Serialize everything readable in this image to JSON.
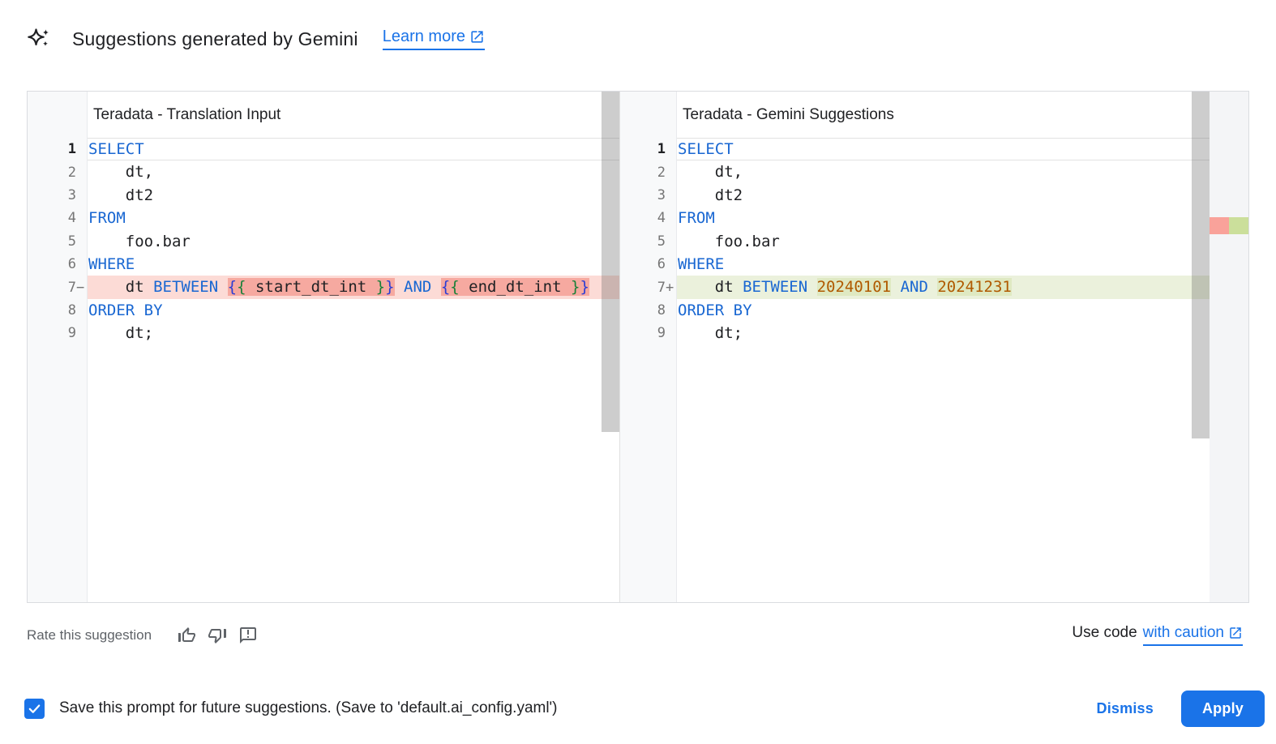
{
  "header": {
    "icon": "gemini-sparkle-icon",
    "title": "Suggestions generated by Gemini",
    "learn_more_label": "Learn more"
  },
  "diff": {
    "left": {
      "title": "Teradata - Translation Input",
      "lines": [
        {
          "num": "1",
          "cls": "current",
          "tokens": [
            {
              "t": "SELECT",
              "c": "kw"
            }
          ]
        },
        {
          "num": "2",
          "tokens": [
            {
              "t": "    dt,",
              "c": "pl"
            }
          ]
        },
        {
          "num": "3",
          "tokens": [
            {
              "t": "    dt2",
              "c": "pl"
            }
          ]
        },
        {
          "num": "4",
          "tokens": [
            {
              "t": "FROM",
              "c": "kw"
            }
          ]
        },
        {
          "num": "5",
          "tokens": [
            {
              "t": "    foo.bar",
              "c": "pl"
            }
          ]
        },
        {
          "num": "6",
          "tokens": [
            {
              "t": "WHERE",
              "c": "kw"
            }
          ]
        },
        {
          "num": "7",
          "marker": "−",
          "cls": "del",
          "tokens": [
            {
              "t": "    dt ",
              "c": "pl"
            },
            {
              "t": "BETWEEN",
              "c": "kw"
            },
            {
              "t": " ",
              "c": "pl"
            },
            {
              "t": "{",
              "c": "b1",
              "hl": true
            },
            {
              "t": "{",
              "c": "b2",
              "hl": true
            },
            {
              "t": " start_dt_int ",
              "c": "pl",
              "hl": true
            },
            {
              "t": "}",
              "c": "b2",
              "hl": true
            },
            {
              "t": "}",
              "c": "b1",
              "hl": true
            },
            {
              "t": " ",
              "c": "pl"
            },
            {
              "t": "AND",
              "c": "kw"
            },
            {
              "t": " ",
              "c": "pl"
            },
            {
              "t": "{",
              "c": "b1",
              "hl": true
            },
            {
              "t": "{",
              "c": "b2",
              "hl": true
            },
            {
              "t": " end_dt_int ",
              "c": "pl",
              "hl": true
            },
            {
              "t": "}",
              "c": "b2",
              "hl": true
            },
            {
              "t": "}",
              "c": "b1",
              "hl": true
            }
          ]
        },
        {
          "num": "8",
          "tokens": [
            {
              "t": "ORDER BY",
              "c": "kw"
            }
          ]
        },
        {
          "num": "9",
          "tokens": [
            {
              "t": "    dt;",
              "c": "pl"
            }
          ]
        }
      ]
    },
    "right": {
      "title": "Teradata - Gemini Suggestions",
      "lines": [
        {
          "num": "1",
          "cls": "current",
          "tokens": [
            {
              "t": "SELECT",
              "c": "kw"
            }
          ]
        },
        {
          "num": "2",
          "tokens": [
            {
              "t": "    dt,",
              "c": "pl"
            }
          ]
        },
        {
          "num": "3",
          "tokens": [
            {
              "t": "    dt2",
              "c": "pl"
            }
          ]
        },
        {
          "num": "4",
          "tokens": [
            {
              "t": "FROM",
              "c": "kw"
            }
          ]
        },
        {
          "num": "5",
          "tokens": [
            {
              "t": "    foo.bar",
              "c": "pl"
            }
          ]
        },
        {
          "num": "6",
          "tokens": [
            {
              "t": "WHERE",
              "c": "kw"
            }
          ]
        },
        {
          "num": "7",
          "marker": "+",
          "cls": "add",
          "tokens": [
            {
              "t": "    dt ",
              "c": "pl"
            },
            {
              "t": "BETWEEN",
              "c": "kw"
            },
            {
              "t": " ",
              "c": "pl"
            },
            {
              "t": "20240101",
              "c": "num",
              "hl": true
            },
            {
              "t": " ",
              "c": "pl"
            },
            {
              "t": "AND",
              "c": "kw"
            },
            {
              "t": " ",
              "c": "pl"
            },
            {
              "t": "20241231",
              "c": "num",
              "hl": true
            }
          ]
        },
        {
          "num": "8",
          "tokens": [
            {
              "t": "ORDER BY",
              "c": "kw"
            }
          ]
        },
        {
          "num": "9",
          "tokens": [
            {
              "t": "    dt;",
              "c": "pl"
            }
          ]
        }
      ]
    }
  },
  "footer": {
    "rate_label": "Rate this suggestion",
    "rate_icons": [
      "thumbs-up-icon",
      "thumbs-down-icon",
      "feedback-icon"
    ],
    "use_code_text": "Use code",
    "use_code_link_label": "with caution"
  },
  "bottom_bar": {
    "checkbox_checked": true,
    "save_label": "Save this prompt for future suggestions. (Save to 'default.ai_config.yaml')",
    "dismiss_label": "Dismiss",
    "apply_label": "Apply"
  },
  "colors": {
    "accent_blue": "#1a73e8",
    "keyword_blue": "#1967d2",
    "number_orange": "#b05a00",
    "bracket_blue": "#2a3cd6",
    "bracket_green": "#188038",
    "del_line_bg": "#fcdbd6",
    "del_word_bg": "#f6a9a0",
    "add_line_bg": "#ebf1dc",
    "add_word_bg": "#dfe9c2",
    "ruler_del": "#f9a29a",
    "ruler_add": "#cbdf9b"
  }
}
